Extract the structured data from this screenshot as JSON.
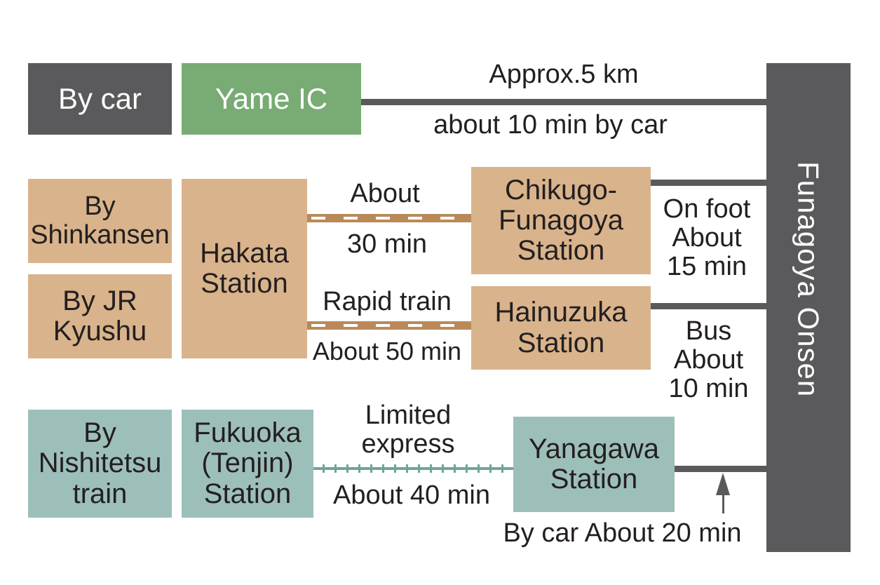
{
  "destination": {
    "label": "Funagoya Onsen"
  },
  "car_route": {
    "mode_label": "By car",
    "origin": "Yame IC",
    "distance": "Approx.5 km",
    "time": "about 10 min by car"
  },
  "jr_routes": {
    "mode_labels": [
      "By\nShinkansen",
      "By JR\nKyushu"
    ],
    "origin": "Hakata\nStation",
    "legs": [
      {
        "above": "About",
        "below": "30 min",
        "station": "Chikugo-\nFunagoya\nStation",
        "to_destination": "On foot\nAbout\n15 min"
      },
      {
        "above": "Rapid train",
        "below": "About 50 min",
        "station": "Hainuzuka\nStation",
        "to_destination": "Bus\nAbout\n10 min"
      }
    ]
  },
  "nishitetsu_route": {
    "mode_label": "By\nNishitetsu\ntrain",
    "origin": "Fukuoka\n(Tenjin)\nStation",
    "above": "Limited\nexpress",
    "below": "About 40 min",
    "station": "Yanagawa\nStation",
    "to_destination": "By car About 20 min"
  },
  "colors": {
    "dark": "#5a5a5c",
    "green": "#79ab75",
    "tan": "#d9b38b",
    "jr_line": "#b98a59",
    "teal": "#9dbfb9",
    "nishitetsu_line": "#6fa49a"
  }
}
